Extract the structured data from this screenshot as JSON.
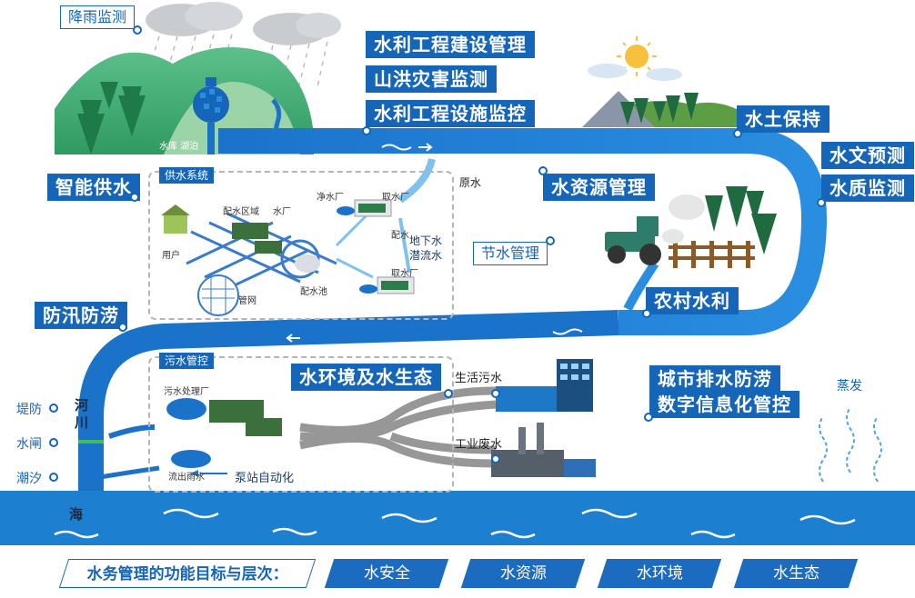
{
  "labels": {
    "rain_monitor": "降雨监测",
    "reservoir": "水库 湖泊",
    "project_construction": "水利工程建设管理",
    "flood_disaster": "山洪灾害监测",
    "facility_monitor": "水利工程设施监控",
    "soil_conservation": "水土保持",
    "hydro_forecast": "水文预测",
    "water_quality": "水质监测",
    "smart_supply": "智能供水",
    "raw_water": "原水",
    "resource_mgmt": "水资源管理",
    "water_saving": "节水管理",
    "rural_water": "农村水利",
    "flood_control": "防汛防涝",
    "urban_drainage_line1": "城市排水防涝",
    "urban_drainage_line2": "数字信息化管控",
    "evaporation": "蒸发",
    "water_env": "水环境及水生态",
    "domestic_sewage": "生活污水",
    "industrial_waste": "工业废水",
    "river": "河川",
    "sea": "海",
    "dike": "堤防",
    "sluice": "水闸",
    "tide": "潮汐"
  },
  "supply": {
    "title": "供水系统",
    "user": "用户",
    "distribution_area": "配水区域",
    "water_plant": "水厂",
    "clean_plant": "净水厂",
    "intake_plant": "取水厂",
    "distribution_water": "配水",
    "groundwater_line1": "地下水",
    "groundwater_line2": "潜流水",
    "intake_plant2": "取水厂",
    "pipe_network": "管网",
    "distribution_pool": "配水池"
  },
  "sewage": {
    "title": "污水管控",
    "treatment_plant": "污水处理厂",
    "rain_outflow": "流出雨水",
    "pump_automation": "泵站自动化"
  },
  "bottom": {
    "heading": "水务管理的功能目标与层次：",
    "goals": [
      "水安全",
      "水资源",
      "水环境",
      "水生态"
    ]
  },
  "colors": {
    "river": "#1b73c9",
    "tag_bg": "#1565b8",
    "sea": "#1d7fd0",
    "pipe": "#8c8c8c"
  }
}
